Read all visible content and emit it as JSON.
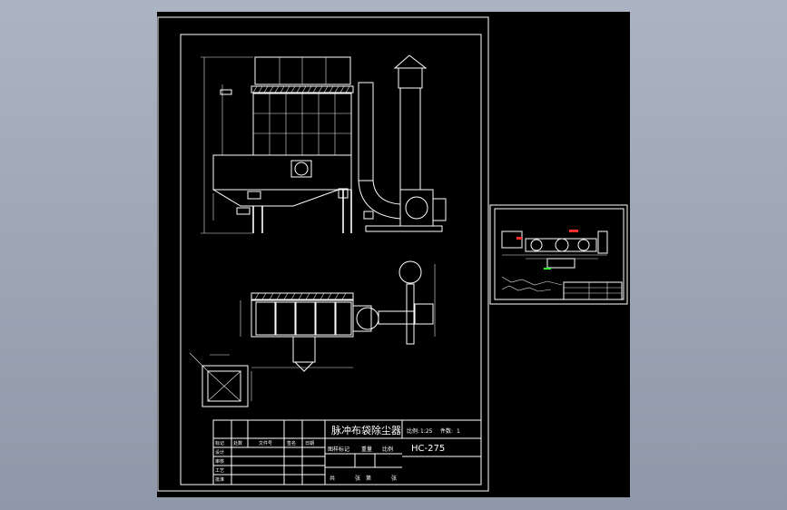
{
  "drawing": {
    "title": "脉冲布袋除尘器",
    "model": "HC-275",
    "scale_label": "比例:",
    "scale_value": "1:25",
    "count_label": "件数:",
    "count_value": "1",
    "title_block": {
      "row_designer": "设计",
      "row_checker": "审核",
      "row_craft": "工艺",
      "row_approve": "批准",
      "col_mark": "标记",
      "col_place": "处数",
      "col_file": "文件号",
      "col_sign": "签名",
      "col_date": "日期",
      "stage_label": "图样标记",
      "weight_label": "重量",
      "ratio_label": "比例",
      "sheet_total": "共",
      "sheet_no": "第",
      "sheet_unit": "张"
    }
  },
  "colors": {
    "background": "#000000",
    "lines": "#ffffff",
    "accent_red": "#ff3030",
    "accent_green": "#30ff40"
  }
}
